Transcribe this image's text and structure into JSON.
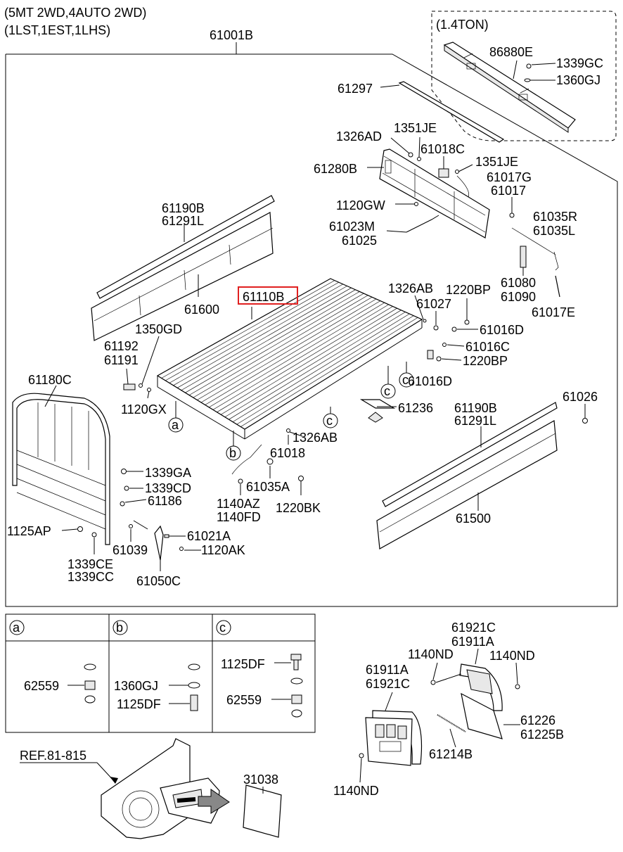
{
  "header": {
    "line1": "(5MT 2WD,4AUTO 2WD)",
    "line2": "(1LST,1EST,1LHS)",
    "assembly": "61001B"
  },
  "option_box": {
    "title": "(1.4TON)",
    "labels": [
      "86880E",
      "1339GC",
      "1360GJ"
    ]
  },
  "highlighted_part": "61110B",
  "highlight_color": "#e02020",
  "main_labels": {
    "l61297": "61297",
    "l1326AD": "1326AD",
    "l1351JE_a": "1351JE",
    "l61018C": "61018C",
    "l1351JE_b": "1351JE",
    "l61280B": "61280B",
    "l61017G": "61017G",
    "l61017": "61017",
    "l1120GW": "1120GW",
    "l61035R": "61035R",
    "l61035L": "61035L",
    "l61023M": "61023M",
    "l61025": "61025",
    "l61190B_a": "61190B",
    "l61291L_a": "61291L",
    "l61600": "61600",
    "l61080": "61080",
    "l61090": "61090",
    "l61017E": "61017E",
    "l1326AB_a": "1326AB",
    "l1220BP_a": "1220BP",
    "l61027": "61027",
    "l61016D_a": "61016D",
    "l61016C": "61016C",
    "l1220BP_b": "1220BP",
    "l61016D_b": "61016D",
    "l1350GD": "1350GD",
    "l61192": "61192",
    "l61191": "61191",
    "l1120GX": "1120GX",
    "l61180C": "61180C",
    "l61236": "61236",
    "l61190B_b": "61190B",
    "l61291L_b": "61291L",
    "l61026": "61026",
    "l1326AB_b": "1326AB",
    "l61018": "61018",
    "l61035A": "61035A",
    "l1220BK": "1220BK",
    "l1140AZ": "1140AZ",
    "l1140FD": "1140FD",
    "l1339GA": "1339GA",
    "l1339CD": "1339CD",
    "l61186": "61186",
    "l1125AP": "1125AP",
    "l61039": "61039",
    "l61021A": "61021A",
    "l1120AK": "1120AK",
    "l1339CE": "1339CE",
    "l1339CC": "1339CC",
    "l61050C": "61050C",
    "l61500": "61500"
  },
  "callouts": {
    "a": "a",
    "b": "b",
    "c": "c"
  },
  "detail_table": {
    "a": {
      "head": "a",
      "labels": [
        "62559"
      ]
    },
    "b": {
      "head": "b",
      "labels": [
        "1360GJ",
        "1125DF"
      ]
    },
    "c": {
      "head": "c",
      "labels": [
        "1125DF",
        "62559"
      ]
    }
  },
  "bottom_labels": {
    "ref": "REF.81-815",
    "l31038": "31038",
    "l61921C_a": "61921C",
    "l61911A_a": "61911A",
    "l1140ND_a": "1140ND",
    "l1140ND_b": "1140ND",
    "l61911A_b": "61911A",
    "l61921C_b": "61921C",
    "l61226": "61226",
    "l61225B": "61225B",
    "l61214B": "61214B",
    "l1140ND_c": "1140ND"
  }
}
